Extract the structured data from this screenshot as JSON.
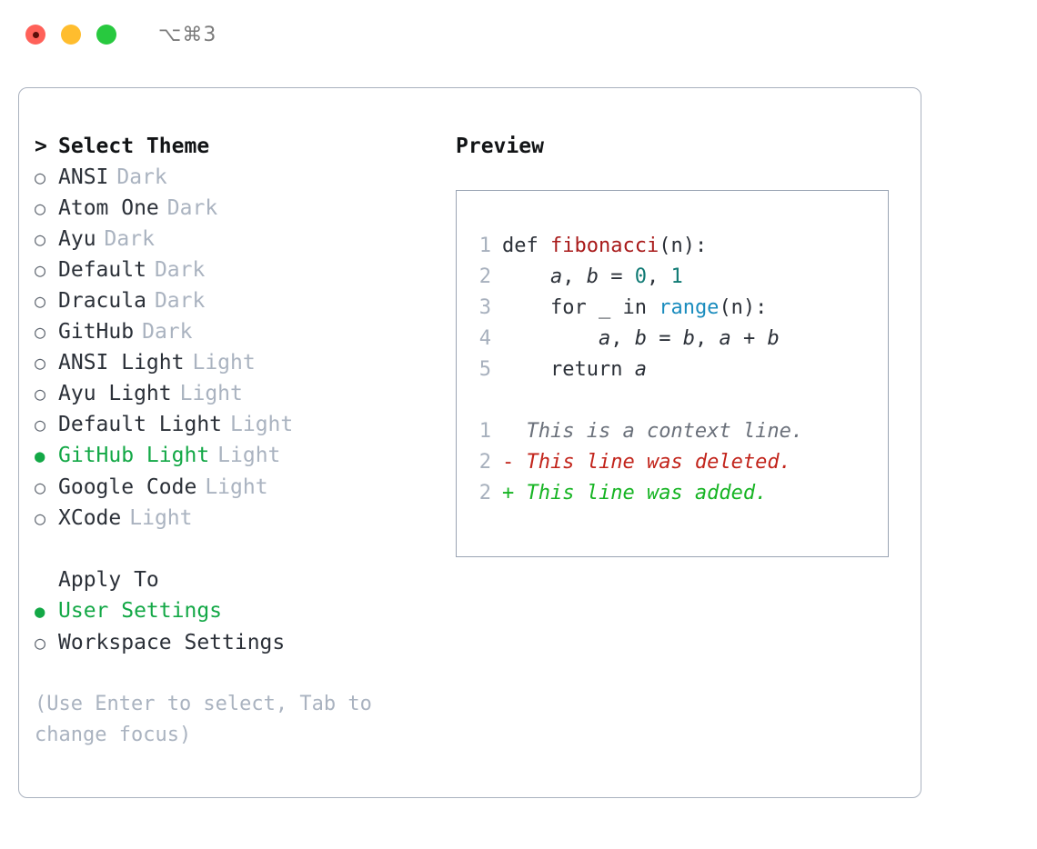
{
  "titlebar": {
    "shortcut": "⌥⌘3",
    "buttons": [
      {
        "name": "close",
        "color": "#ff6159"
      },
      {
        "name": "minimize",
        "color": "#ffbd2e"
      },
      {
        "name": "maximize",
        "color": "#28c93f"
      }
    ]
  },
  "colors": {
    "accent_green": "#13a846",
    "panel_border": "#aab2bf",
    "preview_border": "#9aa4b3",
    "muted": "#aab3c0",
    "text": "#2b3038",
    "diff_add": "#16b423",
    "diff_del": "#c2241b",
    "code_fn": "#a81a1a",
    "code_num": "#107a74",
    "code_call": "#1a8cbe"
  },
  "theme_list": {
    "header_marker": ">",
    "header": "Select Theme",
    "items": [
      {
        "marker": "○",
        "name": "ANSI",
        "variant": "Dark",
        "selected": false
      },
      {
        "marker": "○",
        "name": "Atom One",
        "variant": "Dark",
        "selected": false
      },
      {
        "marker": "○",
        "name": "Ayu",
        "variant": "Dark",
        "selected": false
      },
      {
        "marker": "○",
        "name": "Default",
        "variant": "Dark",
        "selected": false
      },
      {
        "marker": "○",
        "name": "Dracula",
        "variant": "Dark",
        "selected": false
      },
      {
        "marker": "○",
        "name": "GitHub",
        "variant": "Dark",
        "selected": false
      },
      {
        "marker": "○",
        "name": "ANSI Light",
        "variant": "Light",
        "selected": false
      },
      {
        "marker": "○",
        "name": "Ayu Light",
        "variant": "Light",
        "selected": false
      },
      {
        "marker": "○",
        "name": "Default Light",
        "variant": "Light",
        "selected": false
      },
      {
        "marker": "●",
        "name": "GitHub Light",
        "variant": "Light",
        "selected": true
      },
      {
        "marker": "○",
        "name": "Google Code",
        "variant": "Light",
        "selected": false
      },
      {
        "marker": "○",
        "name": "XCode",
        "variant": "Light",
        "selected": false
      }
    ]
  },
  "apply_to": {
    "label": "Apply To",
    "options": [
      {
        "marker": "●",
        "label": "User Settings",
        "selected": true
      },
      {
        "marker": "○",
        "label": "Workspace Settings",
        "selected": false
      }
    ]
  },
  "hint": "(Use Enter to select, Tab to change focus)",
  "preview": {
    "title": "Preview",
    "code_lines": [
      {
        "number": "1",
        "tokens": [
          {
            "text": "def ",
            "style": "kw"
          },
          {
            "text": "fibonacci",
            "style": "fn"
          },
          {
            "text": "(n):",
            "style": "plain"
          }
        ]
      },
      {
        "number": "2",
        "tokens": [
          {
            "text": "    ",
            "style": "plain"
          },
          {
            "text": "a",
            "style": "var"
          },
          {
            "text": ", ",
            "style": "plain"
          },
          {
            "text": "b",
            "style": "var"
          },
          {
            "text": " = ",
            "style": "plain"
          },
          {
            "text": "0",
            "style": "num"
          },
          {
            "text": ", ",
            "style": "plain"
          },
          {
            "text": "1",
            "style": "num"
          }
        ]
      },
      {
        "number": "3",
        "tokens": [
          {
            "text": "    for ",
            "style": "kw"
          },
          {
            "text": "_",
            "style": "plain"
          },
          {
            "text": " in ",
            "style": "kw"
          },
          {
            "text": "range",
            "style": "call"
          },
          {
            "text": "(n):",
            "style": "plain"
          }
        ]
      },
      {
        "number": "4",
        "tokens": [
          {
            "text": "        ",
            "style": "plain"
          },
          {
            "text": "a",
            "style": "var"
          },
          {
            "text": ", ",
            "style": "plain"
          },
          {
            "text": "b",
            "style": "var"
          },
          {
            "text": " = ",
            "style": "plain"
          },
          {
            "text": "b",
            "style": "var"
          },
          {
            "text": ", ",
            "style": "plain"
          },
          {
            "text": "a",
            "style": "var"
          },
          {
            "text": " + ",
            "style": "plain"
          },
          {
            "text": "b",
            "style": "var"
          }
        ]
      },
      {
        "number": "5",
        "tokens": [
          {
            "text": "    return ",
            "style": "kw"
          },
          {
            "text": "a",
            "style": "var"
          }
        ]
      }
    ],
    "diff_lines": [
      {
        "number": "1",
        "sign": " ",
        "text": " This is a context line.",
        "style": "ctx"
      },
      {
        "number": "2",
        "sign": "-",
        "text": " This line was deleted.",
        "style": "del"
      },
      {
        "number": "2",
        "sign": "+",
        "text": " This line was added.",
        "style": "add"
      }
    ]
  }
}
